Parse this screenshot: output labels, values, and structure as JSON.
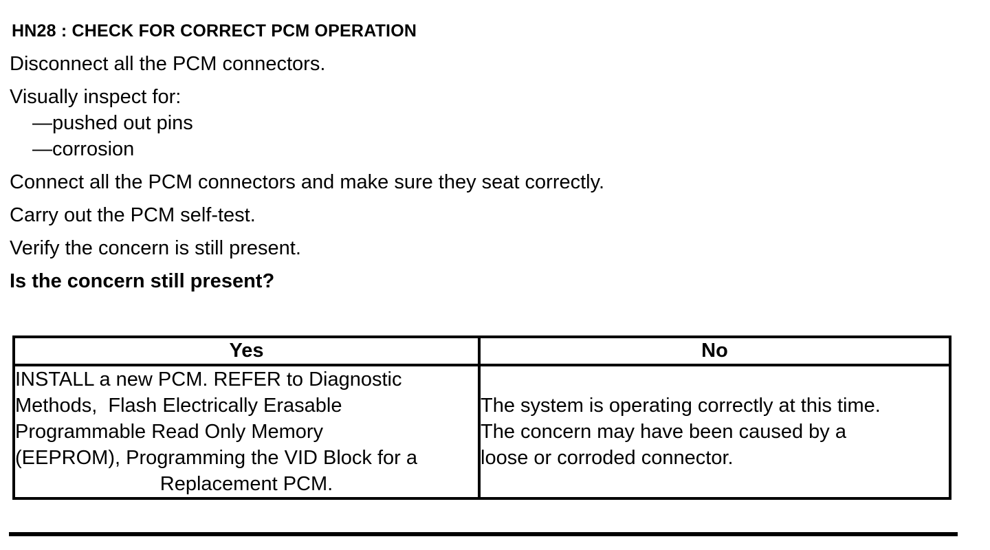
{
  "heading": "HN28 : CHECK FOR CORRECT PCM OPERATION",
  "steps": [
    "Disconnect all the PCM connectors.",
    "Visually inspect for:",
    "Connect all the PCM connectors and make sure they seat correctly.",
    "Carry out the PCM self-test.",
    "Verify the concern is still present."
  ],
  "inspection_items": [
    "—pushed out pins",
    "—corrosion"
  ],
  "question": "Is the concern still present?",
  "decision_table": {
    "headers": [
      "Yes",
      "No"
    ],
    "yes_lines": [
      "INSTALL a new PCM. REFER to Diagnostic",
      "Methods,  Flash Electrically Erasable",
      "Programmable Read Only Memory",
      "(EEPROM), Programming the VID Block for a"
    ],
    "yes_last_line": "Replacement PCM.",
    "no_lines": [
      "The system is operating correctly at this time.",
      "The concern may have been caused by a",
      "loose or corroded connector."
    ]
  },
  "colors": {
    "text": "#000000",
    "border": "#000000",
    "background": "#ffffff"
  }
}
